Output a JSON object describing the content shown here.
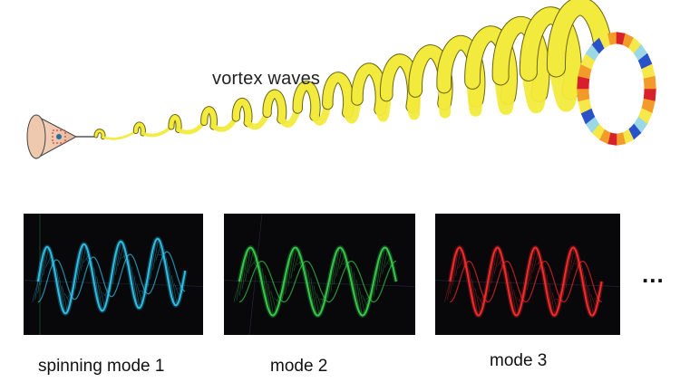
{
  "diagram": {
    "title": "vortex waves",
    "more_indicator": "...",
    "modes": [
      {
        "label": "spinning mode 1",
        "color": "#2fc3ea"
      },
      {
        "label": "mode 2",
        "color": "#35d04a"
      },
      {
        "label": "mode 3",
        "color": "#ff2a2a"
      }
    ],
    "helix_color": "#f2ea3c",
    "helix_edge_color": "#6b6510"
  }
}
